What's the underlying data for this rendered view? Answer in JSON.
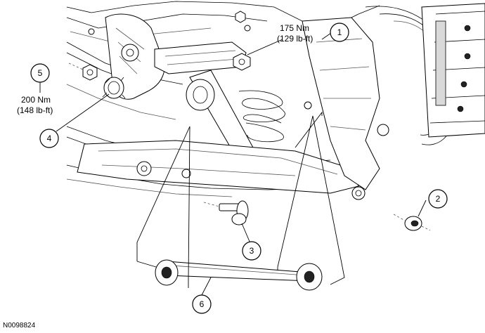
{
  "figure_id": "N0098824",
  "callouts": [
    {
      "num": "1",
      "label_lines": [
        "175 Nm",
        "(129 lb-ft)"
      ]
    },
    {
      "num": "2",
      "label_lines": []
    },
    {
      "num": "3",
      "label_lines": []
    },
    {
      "num": "4",
      "label_lines": []
    },
    {
      "num": "5",
      "label_lines": [
        "200 Nm",
        "(148 lb-ft)"
      ]
    },
    {
      "num": "6",
      "label_lines": []
    }
  ]
}
